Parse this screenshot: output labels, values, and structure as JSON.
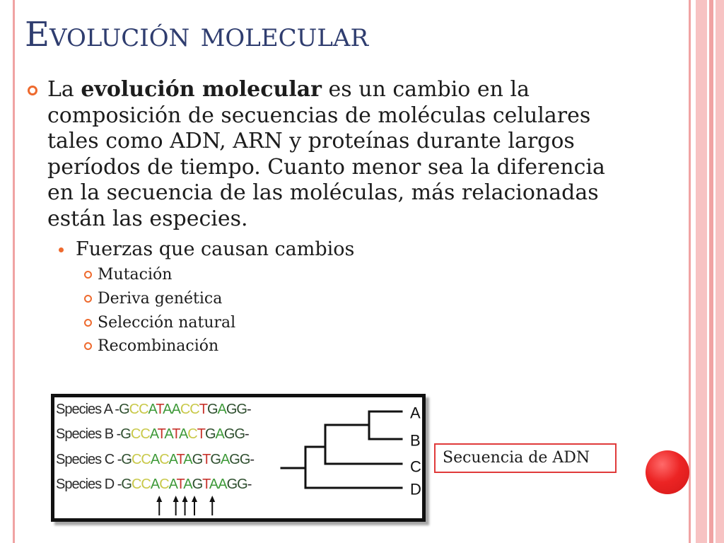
{
  "slide": {
    "title": "Evolución molecular",
    "main_bullet": {
      "line1_pre": "La ",
      "line1_bold": "evolución molecular",
      "line1_post": " es un cambio en la",
      "lines": [
        "composición de secuencias de moléculas celulares",
        "tales como ADN, ARN y proteínas durante largos",
        "períodos de tiempo. Cuanto menor sea la diferencia",
        "en la secuencia de las moléculas, más relacionadas",
        "están las especies."
      ]
    },
    "sub_bullet": "Fuerzas que causan cambios",
    "sub_sub_bullets": [
      "Mutación",
      "Deriva genética",
      "Selección natural",
      "Recombinación"
    ],
    "caption": "Secuencia de ADN"
  },
  "figure": {
    "species": [
      {
        "name": "Species A",
        "sequence": "-GCCATAACCTGAGG-"
      },
      {
        "name": "Species B",
        "sequence": "-GCCATATACTGAGG-"
      },
      {
        "name": "Species C",
        "sequence": "-GCCACATAGTGAGG-"
      },
      {
        "name": "Species D",
        "sequence": "-GCCACATAGTAAGG-"
      }
    ],
    "tree_leaves": [
      "A",
      "B",
      "C",
      "D"
    ],
    "nucleotide_colors": {
      "A": "#3f9a3a",
      "C": "#c9c94a",
      "G": "#2f4f2f",
      "T": "#c8352e",
      "-": "#2b2b2b"
    }
  },
  "theme": {
    "title_color": "#2f3d6f",
    "text_color": "#1c1c1c",
    "bullet_color": "#ee6a2e",
    "border_pink": "#f0a3a3",
    "stripe_light": "#f7c3c3",
    "caption_border": "#e03a3a",
    "dot_red": "#ec2424"
  }
}
